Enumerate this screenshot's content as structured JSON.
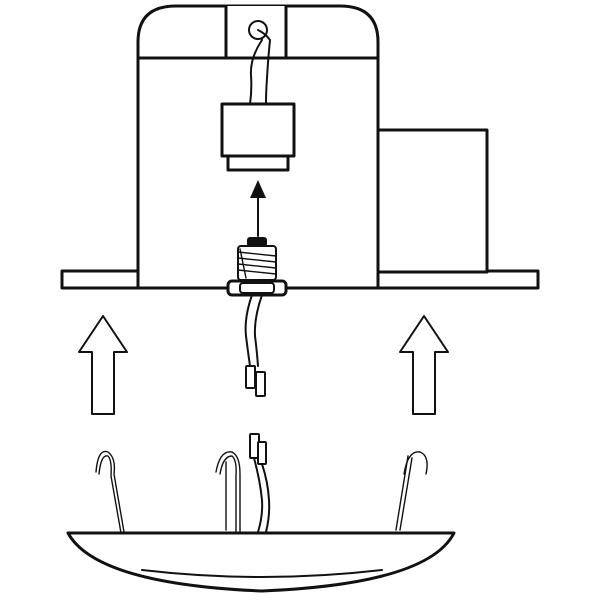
{
  "diagram": {
    "kind": "installation-illustration",
    "description_visible_text": [],
    "line_color": "#111111",
    "background_color": "#ffffff",
    "components": [
      "recessed-housing",
      "junction-box",
      "lamp-socket",
      "threaded-lamp-base",
      "wire-lead-connector",
      "trim-plate",
      "torsion-spring-clips",
      "direction-arrows"
    ]
  }
}
